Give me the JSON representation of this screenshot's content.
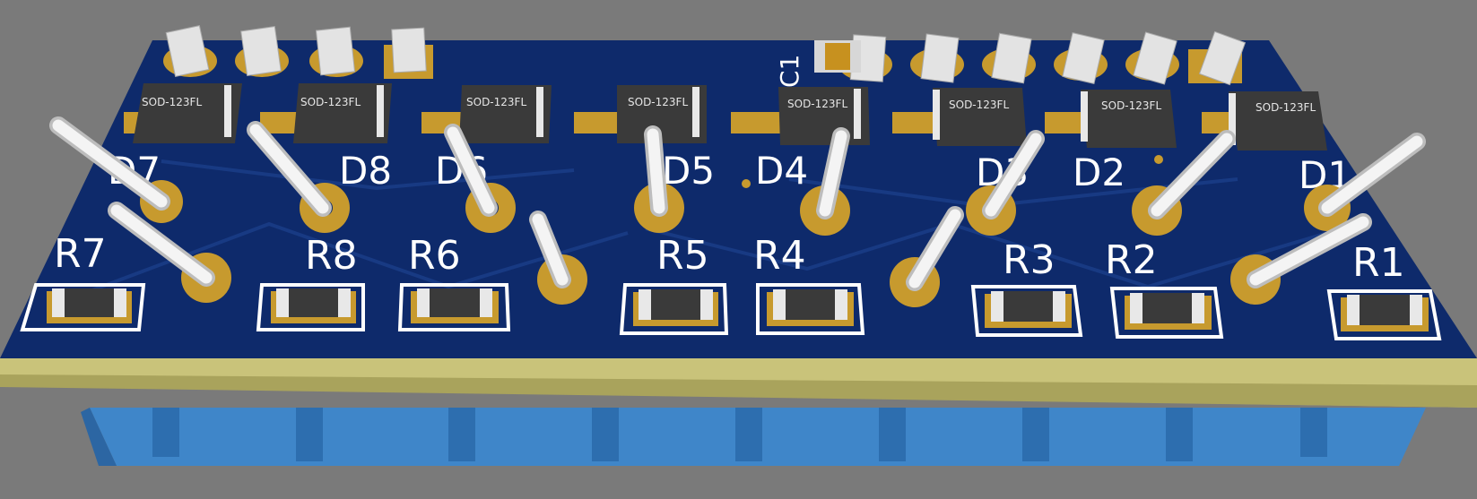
{
  "colors": {
    "background": "#7a7a7a",
    "board": "#0e2a6b",
    "board_edge": "#c9c37a",
    "pad_gold": "#c79a2e",
    "silkscreen": "#ffffff",
    "connector_blue": "#3f86c9",
    "diode_body": "#3a3a3a",
    "pin_white": "#e9e9e9"
  },
  "board": {
    "diodes": [
      {
        "ref": "D7",
        "package": "SOD-123FL"
      },
      {
        "ref": "D8",
        "package": "SOD-123FL"
      },
      {
        "ref": "D6",
        "package": "SOD-123FL"
      },
      {
        "ref": "D5",
        "package": "SOD-123FL"
      },
      {
        "ref": "D4",
        "package": "SOD-123FL"
      },
      {
        "ref": "D3",
        "package": "SOD-123FL"
      },
      {
        "ref": "D2",
        "package": "SOD-123FL"
      },
      {
        "ref": "D1",
        "package": "SOD-123FL"
      }
    ],
    "resistors": [
      "R7",
      "R8",
      "R6",
      "R5",
      "R4",
      "R3",
      "R2",
      "R1"
    ],
    "capacitor": "C1"
  }
}
